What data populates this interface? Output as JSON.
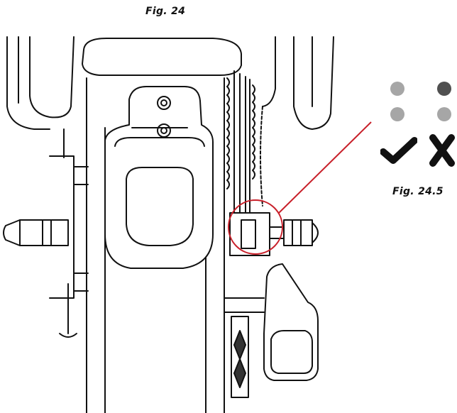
{
  "figure_main": {
    "label": "Fig. 24"
  },
  "figure_detail": {
    "label": "Fig. 24.5"
  },
  "indicator": {
    "dots": [
      {
        "name": "dot-top-left",
        "color": "#a6a6a6"
      },
      {
        "name": "dot-top-right",
        "color": "#505050"
      },
      {
        "name": "dot-bottom-left",
        "color": "#a6a6a6"
      },
      {
        "name": "dot-bottom-right",
        "color": "#a6a6a6"
      }
    ],
    "correct_icon": "checkmark-icon",
    "incorrect_icon": "x-mark-icon"
  },
  "colors": {
    "callout": "#c8202a",
    "ink": "#111111"
  }
}
